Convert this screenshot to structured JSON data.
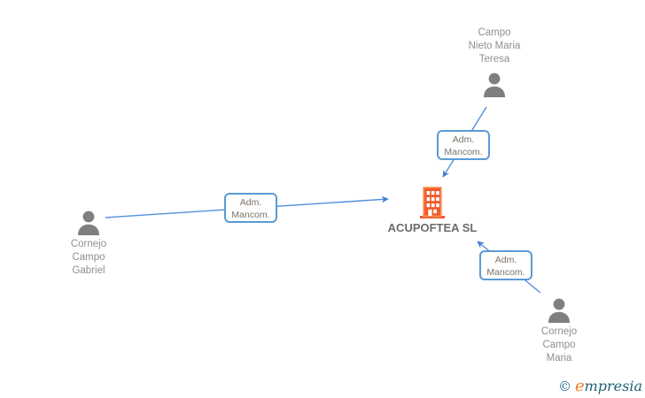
{
  "colors": {
    "edge_blue": "#4a86d8",
    "box_border_blue": "#5b9bd5",
    "person_gray": "#7f7f7f",
    "person_label_gray": "#8f8f8f",
    "company_text_gray": "#6b6b6b",
    "building_orange": "#f15a29",
    "building_outline_orange": "#f8915e",
    "relation_text": "#7a7266",
    "brand_orange": "#ef7d23",
    "brand_teal": "#206079"
  },
  "diagram": {
    "company": {
      "name": "ACUPOFTEA SL"
    },
    "persons": [
      {
        "name_lines": [
          "Campo",
          "Nieto Maria",
          "Teresa"
        ]
      },
      {
        "name_lines": [
          "Cornejo",
          "Campo",
          "Gabriel"
        ]
      },
      {
        "name_lines": [
          "Cornejo",
          "Campo",
          "Maria"
        ]
      }
    ],
    "relations": [
      {
        "label_lines": [
          "Adm.",
          "Mancom."
        ]
      },
      {
        "label_lines": [
          "Adm.",
          "Mancom."
        ]
      },
      {
        "label_lines": [
          "Adm.",
          "Mancom."
        ]
      }
    ]
  },
  "watermark": {
    "copyright_symbol": "©",
    "brand_initial": "e",
    "brand_rest": "mpresia"
  }
}
